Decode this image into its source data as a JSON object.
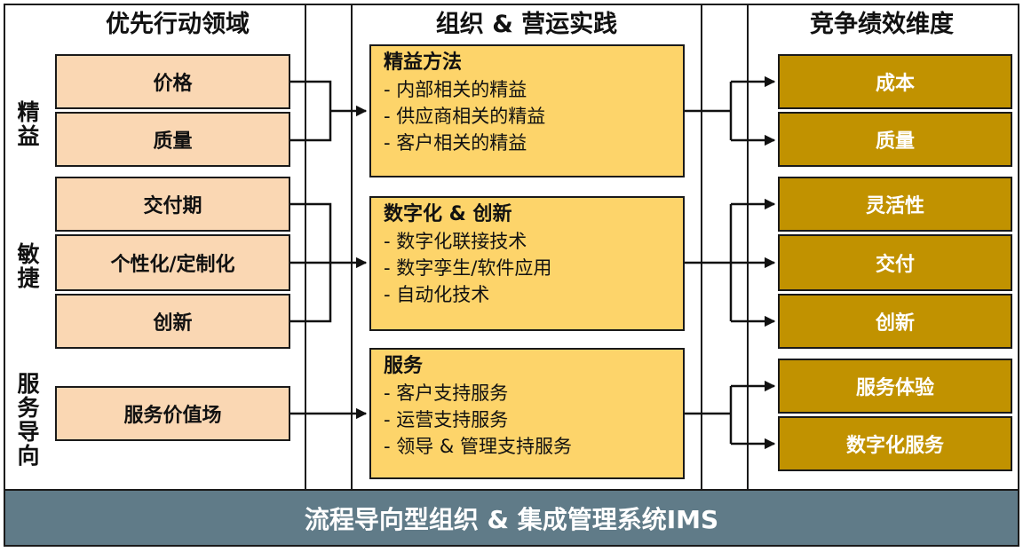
{
  "columns": {
    "left_header": "优先行动领域",
    "mid_header": "组织 & 营运实践",
    "right_header": "竞争绩效维度"
  },
  "groups": {
    "lean": "精益",
    "agile": "敏捷",
    "service": "服务导向"
  },
  "inputs": {
    "price": "价格",
    "quality": "质量",
    "delivery_time": "交付期",
    "customization": "个性化/定制化",
    "innovation": "创新",
    "service_value": "服务价值场"
  },
  "practices": {
    "lean": {
      "title": "精益方法",
      "items": [
        "- 内部相关的精益",
        "- 供应商相关的精益",
        "- 客户相关的精益"
      ]
    },
    "digital": {
      "title": "数字化 & 创新",
      "items": [
        "- 数字化联接技术",
        "- 数字孪生/软件应用",
        "- 自动化技术"
      ]
    },
    "service": {
      "title": "服务",
      "items": [
        "- 客户支持服务",
        "- 运营支持服务",
        "- 领导 & 管理支持服务"
      ]
    }
  },
  "outputs": {
    "cost": "成本",
    "quality": "质量",
    "flexibility": "灵活性",
    "delivery": "交付",
    "innovation": "创新",
    "service_experience": "服务体验",
    "digital_service": "数字化服务"
  },
  "footer": "流程导向型组织 & 集成管理系统IMS",
  "colors": {
    "input_fill": "#fad7b3",
    "practice_fill": "#fdd46a",
    "output_fill": "#c19200",
    "footer_fill": "#607b88"
  }
}
